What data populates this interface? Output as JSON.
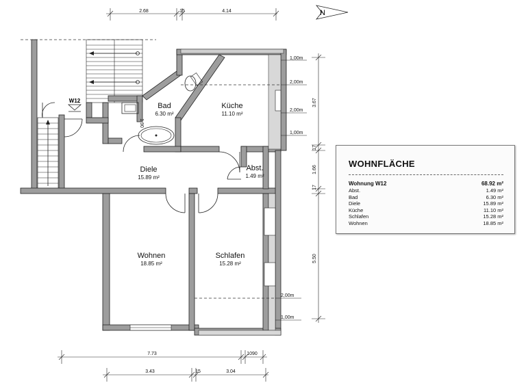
{
  "north_arrow": {
    "letter": "N"
  },
  "unit_label": "W12",
  "rooms": {
    "bad": {
      "name": "Bad",
      "area": "6.30 m²"
    },
    "kueche": {
      "name": "Küche",
      "area": "11.10 m²"
    },
    "diele": {
      "name": "Diele",
      "area": "15.89 m²"
    },
    "abst": {
      "name": "Abst.",
      "area": "1.49 m²"
    },
    "wohnen": {
      "name": "Wohnen",
      "area": "18.85 m²"
    },
    "schlafen": {
      "name": "Schlafen",
      "area": "15.28 m²"
    }
  },
  "dimensions": {
    "top_a": "2.68",
    "top_b": "15",
    "top_c": "4.14",
    "right_a": "3.67",
    "right_b": "17",
    "right_c": "1.66",
    "right_d": "17",
    "right_e": "5.50",
    "bath_width": "1.90",
    "bottom_a": "7.73",
    "bottom_b": "1090",
    "bottom_c": "3.43",
    "bottom_d": "15",
    "bottom_e": "3.04",
    "window_1": "1,00m",
    "window_2": "2,00m",
    "window_3": "2,00m",
    "window_4": "1,00m",
    "window_5": "2,00m",
    "window_6": "1,00m"
  },
  "legend": {
    "title": "WOHNFLÄCHE",
    "total_label": "Wohnung W12",
    "total_value": "68.92 m²",
    "rows": [
      {
        "label": "Abst.",
        "value": "1.49 m²"
      },
      {
        "label": "Bad",
        "value": "6.30 m²"
      },
      {
        "label": "Diele",
        "value": "15.89 m²"
      },
      {
        "label": "Küche",
        "value": "11.10 m²"
      },
      {
        "label": "Schlafen",
        "value": "15.28 m²"
      },
      {
        "label": "Wohnen",
        "value": "18.85 m²"
      }
    ]
  }
}
